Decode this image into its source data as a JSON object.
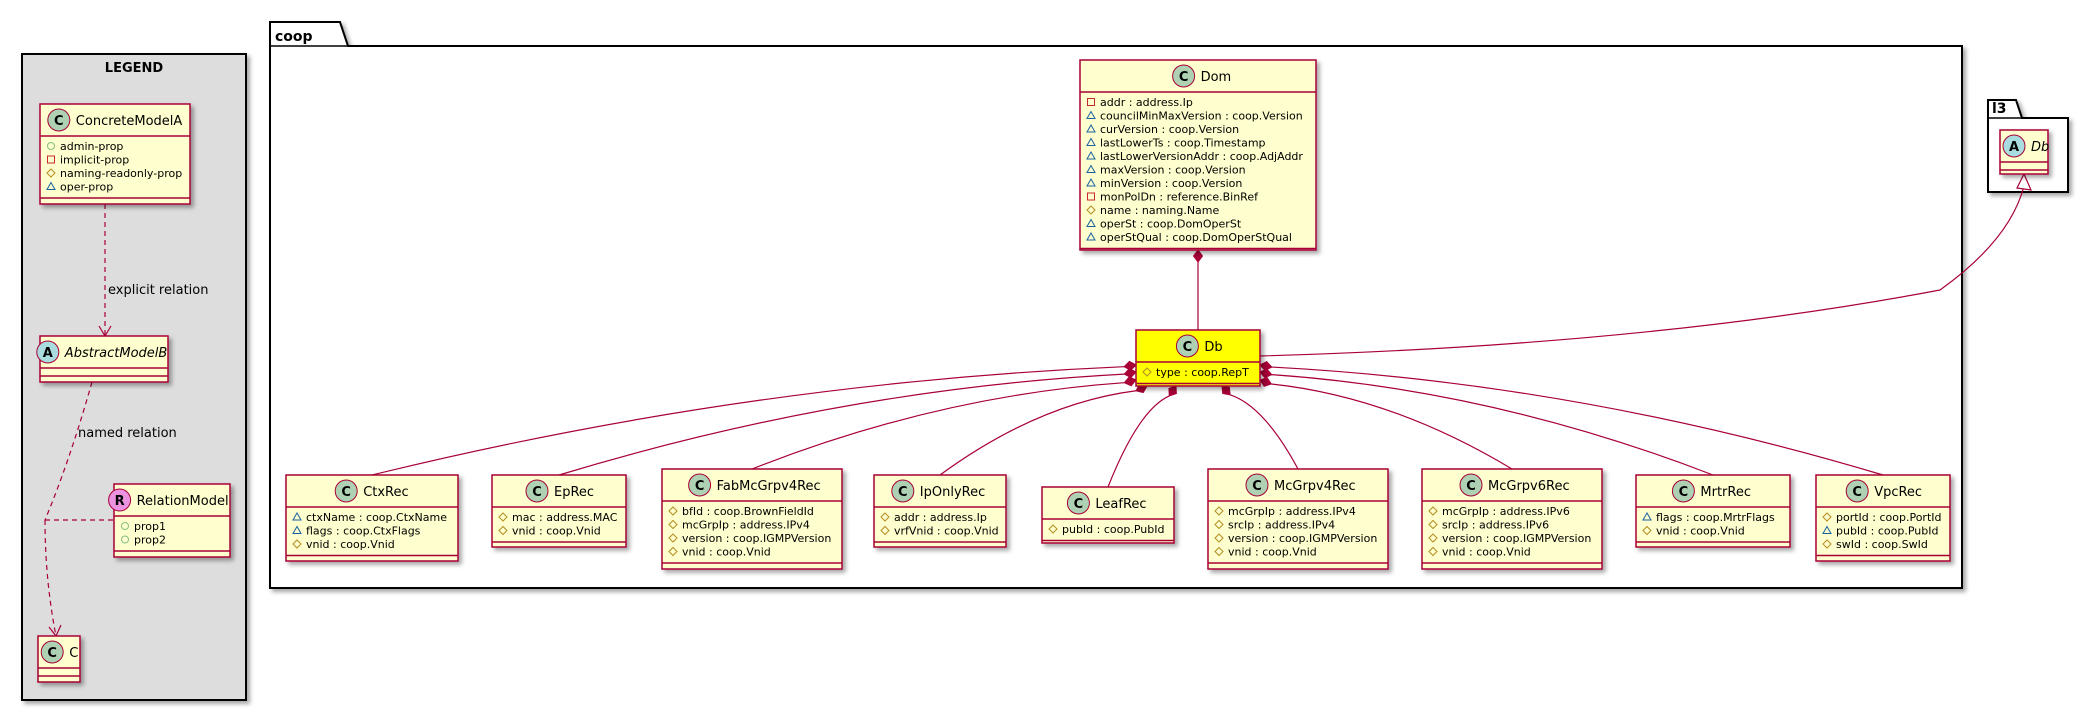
{
  "legend": {
    "title": "LEGEND",
    "concrete": {
      "name": "ConcreteModelA",
      "stereo": "C",
      "attrs": [
        {
          "vis": "+",
          "text": "admin-prop"
        },
        {
          "vis": "-",
          "text": "implicit-prop"
        },
        {
          "vis": "#",
          "text": "naming-readonly-prop"
        },
        {
          "vis": "~",
          "text": "oper-prop"
        }
      ]
    },
    "abstract": {
      "name": "AbstractModelB",
      "stereo": "A"
    },
    "relation_model": {
      "name": "RelationModel",
      "stereo": "R",
      "attrs": [
        {
          "vis": "+",
          "text": "prop1"
        },
        {
          "vis": "+",
          "text": "prop2"
        }
      ]
    },
    "c": {
      "name": "C",
      "stereo": "C"
    },
    "explicit_label": "explicit relation",
    "named_label": "named relation"
  },
  "packages": {
    "coop": "coop",
    "l3": "l3"
  },
  "l3_db": {
    "name": "Db",
    "stereo": "A"
  },
  "dom": {
    "name": "Dom",
    "stereo": "C",
    "attrs": [
      {
        "vis": "-",
        "text": "addr : address.Ip"
      },
      {
        "vis": "~",
        "text": "councilMinMaxVersion : coop.Version"
      },
      {
        "vis": "~",
        "text": "curVersion : coop.Version"
      },
      {
        "vis": "~",
        "text": "lastLowerTs : coop.Timestamp"
      },
      {
        "vis": "~",
        "text": "lastLowerVersionAddr : coop.AdjAddr"
      },
      {
        "vis": "~",
        "text": "maxVersion : coop.Version"
      },
      {
        "vis": "~",
        "text": "minVersion : coop.Version"
      },
      {
        "vis": "-",
        "text": "monPolDn : reference.BinRef"
      },
      {
        "vis": "#",
        "text": "name : naming.Name"
      },
      {
        "vis": "~",
        "text": "operSt : coop.DomOperSt"
      },
      {
        "vis": "~",
        "text": "operStQual : coop.DomOperStQual"
      }
    ]
  },
  "db": {
    "name": "Db",
    "stereo": "C",
    "attrs": [
      {
        "vis": "#",
        "text": "type : coop.RepT"
      }
    ]
  },
  "children": [
    {
      "name": "CtxRec",
      "stereo": "C",
      "attrs": [
        {
          "vis": "~",
          "text": "ctxName : coop.CtxName"
        },
        {
          "vis": "~",
          "text": "flags : coop.CtxFlags"
        },
        {
          "vis": "#",
          "text": "vnid : coop.Vnid"
        }
      ]
    },
    {
      "name": "EpRec",
      "stereo": "C",
      "attrs": [
        {
          "vis": "#",
          "text": "mac : address.MAC"
        },
        {
          "vis": "#",
          "text": "vnid : coop.Vnid"
        }
      ]
    },
    {
      "name": "FabMcGrpv4Rec",
      "stereo": "C",
      "attrs": [
        {
          "vis": "#",
          "text": "bfId : coop.BrownFieldId"
        },
        {
          "vis": "#",
          "text": "mcGrpIp : address.IPv4"
        },
        {
          "vis": "#",
          "text": "version : coop.IGMPVersion"
        },
        {
          "vis": "#",
          "text": "vnid : coop.Vnid"
        }
      ]
    },
    {
      "name": "IpOnlyRec",
      "stereo": "C",
      "attrs": [
        {
          "vis": "#",
          "text": "addr : address.Ip"
        },
        {
          "vis": "#",
          "text": "vrfVnid : coop.Vnid"
        }
      ]
    },
    {
      "name": "LeafRec",
      "stereo": "C",
      "attrs": [
        {
          "vis": "#",
          "text": "pubId : coop.PubId"
        }
      ]
    },
    {
      "name": "McGrpv4Rec",
      "stereo": "C",
      "attrs": [
        {
          "vis": "#",
          "text": "mcGrpIp : address.IPv4"
        },
        {
          "vis": "#",
          "text": "srcIp : address.IPv4"
        },
        {
          "vis": "#",
          "text": "version : coop.IGMPVersion"
        },
        {
          "vis": "#",
          "text": "vnid : coop.Vnid"
        }
      ]
    },
    {
      "name": "McGrpv6Rec",
      "stereo": "C",
      "attrs": [
        {
          "vis": "#",
          "text": "mcGrpIp : address.IPv6"
        },
        {
          "vis": "#",
          "text": "srcIp : address.IPv6"
        },
        {
          "vis": "#",
          "text": "version : coop.IGMPVersion"
        },
        {
          "vis": "#",
          "text": "vnid : coop.Vnid"
        }
      ]
    },
    {
      "name": "MrtrRec",
      "stereo": "C",
      "attrs": [
        {
          "vis": "~",
          "text": "flags : coop.MrtrFlags"
        },
        {
          "vis": "#",
          "text": "vnid : coop.Vnid"
        }
      ]
    },
    {
      "name": "VpcRec",
      "stereo": "C",
      "attrs": [
        {
          "vis": "#",
          "text": "portId : coop.PortId"
        },
        {
          "vis": "~",
          "text": "pubId : coop.PubId"
        },
        {
          "vis": "#",
          "text": "swId : coop.SwId"
        }
      ]
    }
  ],
  "colors": {
    "class_fill": "#FEFECE",
    "class_border": "#A80036",
    "db_fill": "#FFFF00",
    "circle_c": "#ADD1B2",
    "circle_a": "#A9DCDF",
    "circle_r": "#EB93DF",
    "legend_bg": "#DDDDDD",
    "vis_public": "#84BE84",
    "vis_private": "#C82930",
    "vis_protected": "#B38D22",
    "vis_package": "#1963A0"
  }
}
